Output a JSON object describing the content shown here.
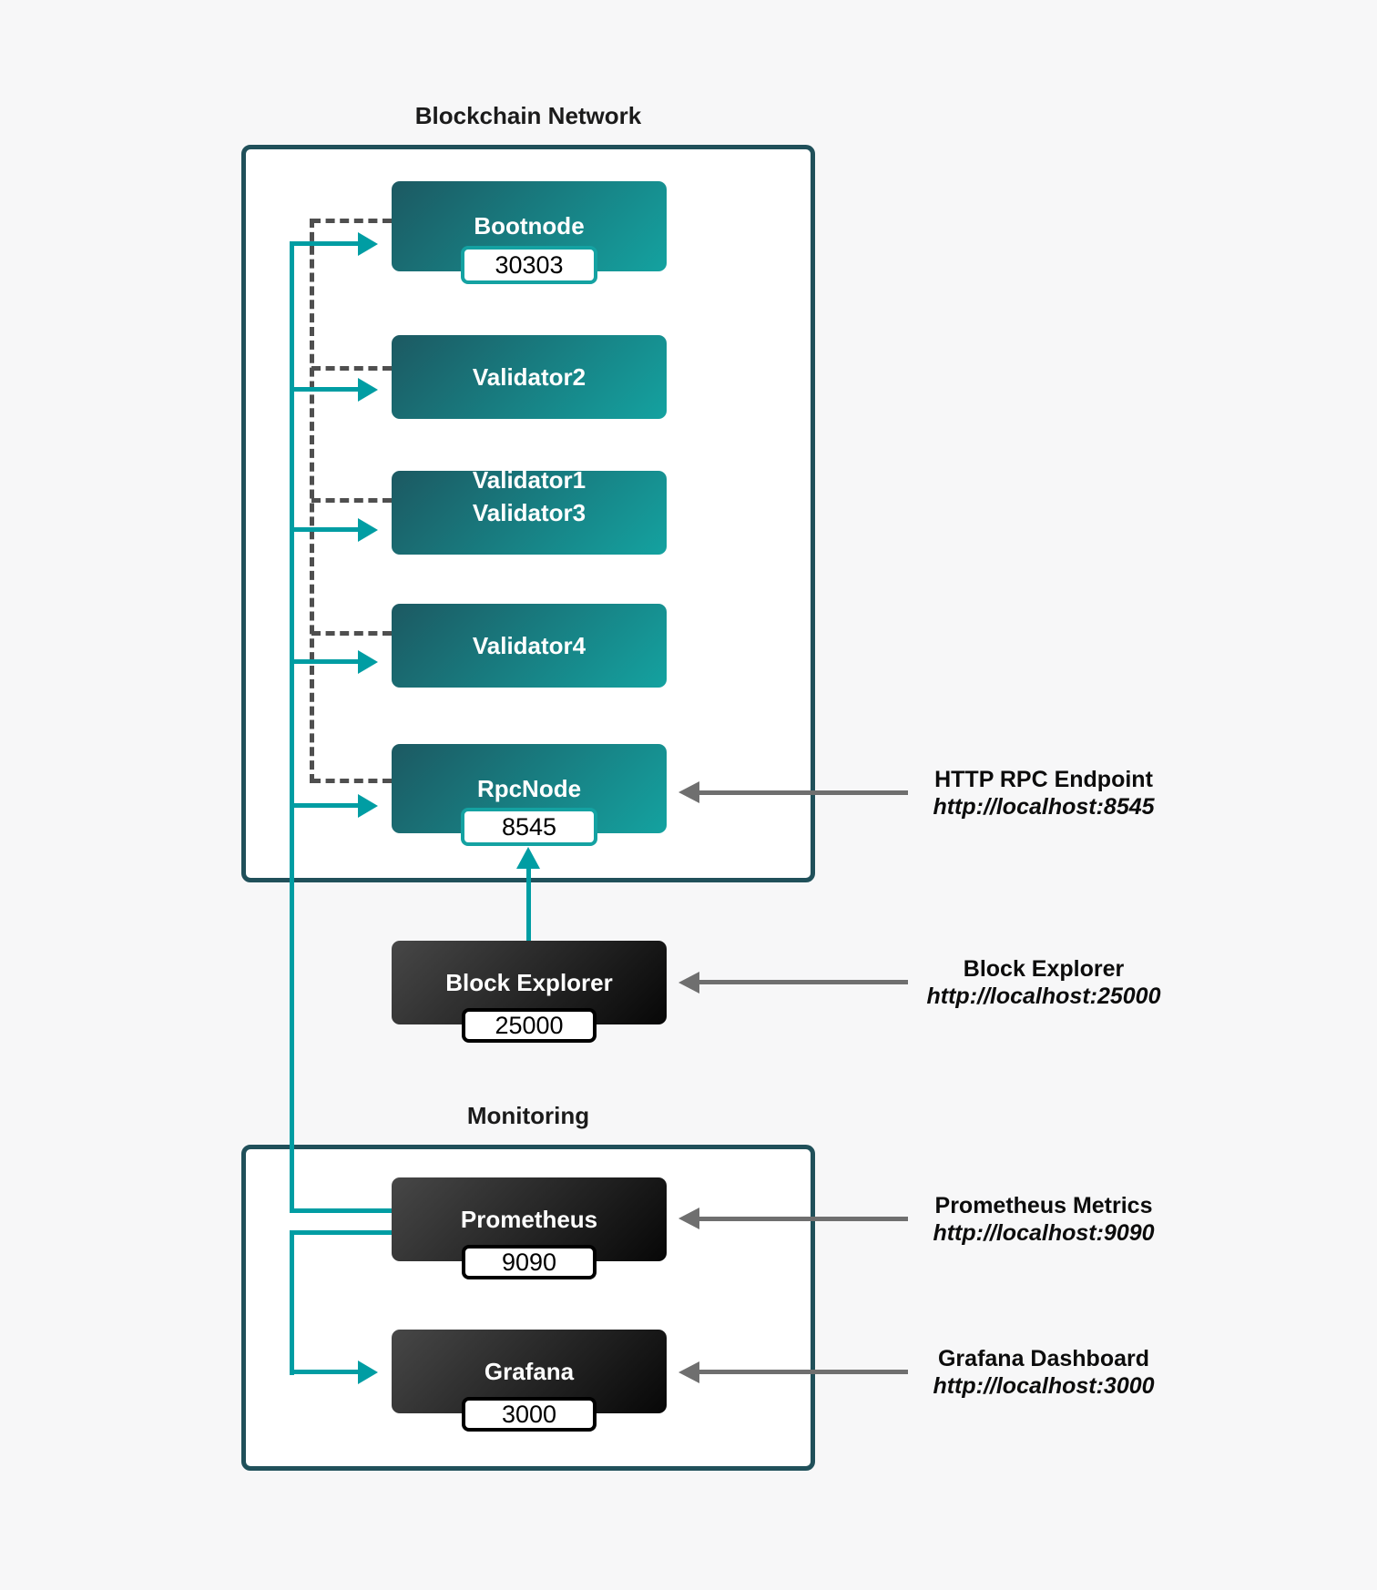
{
  "titles": {
    "blockchain": "Blockchain Network",
    "monitoring": "Monitoring"
  },
  "nodes": {
    "bootnode": {
      "label": "Bootnode",
      "port": "30303"
    },
    "validator1": {
      "label": "Validator1"
    },
    "validator2": {
      "label": "Validator2"
    },
    "validator3": {
      "label": "Validator3"
    },
    "validator4": {
      "label": "Validator4"
    },
    "rpcnode": {
      "label": "RpcNode",
      "port": "8545"
    },
    "block_explorer": {
      "label": "Block Explorer",
      "port": "25000"
    },
    "prometheus": {
      "label": "Prometheus",
      "port": "9090"
    },
    "grafana": {
      "label": "Grafana",
      "port": "3000"
    }
  },
  "annotations": {
    "http_rpc": {
      "title": "HTTP RPC Endpoint",
      "url": "http://localhost:8545"
    },
    "block_explorer": {
      "title": "Block Explorer",
      "url": "http://localhost:25000"
    },
    "prometheus": {
      "title": "Prometheus Metrics",
      "url": "http://localhost:9090"
    },
    "grafana": {
      "title": "Grafana Dashboard",
      "url": "http://localhost:3000"
    }
  },
  "colors": {
    "teal_edge": "#009da3",
    "teal_node_gradient_start": "#1c5962",
    "teal_node_gradient_end": "#14a2a0",
    "dark_node_gradient_start": "#474747",
    "dark_node_gradient_end": "#070707",
    "container_border": "#20505a",
    "dashed_edge": "#4f4f4f",
    "gray_arrow": "#6f6f6f",
    "background": "#f7f7f8"
  }
}
